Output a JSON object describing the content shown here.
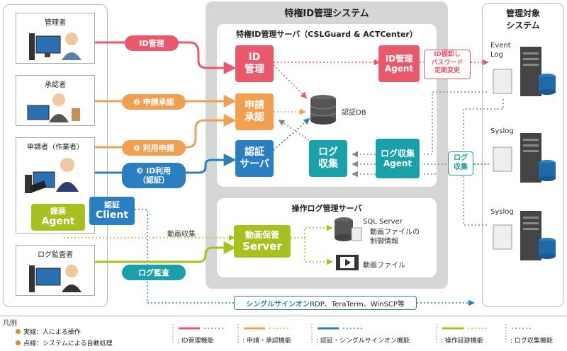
{
  "privileged_system_title": "特権ID管理システム",
  "privileged_server_title": "特権ID管理サーバ（CSLGuard & ACTCenter）",
  "log_server_title": "操作ログ管理サーバ",
  "managed_title": "管理対象\nシステム",
  "people": {
    "admin": "管理者",
    "approver": "承認者",
    "requester": "申請者（作業者）",
    "auditor": "ログ監査者"
  },
  "flows": {
    "id_mgmt": "ID管理",
    "apply_approve": "❷ 申請承認",
    "use_request": "❶ 利用申請",
    "id_use": "❸ ID利用\n（認証）",
    "log_audit": "ログ監査",
    "video_collect": "動画収集"
  },
  "nodes": {
    "id_mgmt_box": "ID\n管理",
    "apply_box": "申請\n承認",
    "auth_box": "認証\nサーバ",
    "log_box": "ログ\n収集",
    "id_agent": "ID管理\nAgent",
    "log_agent": "ログ収集\nAgent",
    "auth_db": "認証DB",
    "video_server_label": "動画保管",
    "video_server_name": "Server",
    "rec_agent_label": "録画",
    "rec_agent_name": "Agent",
    "auth_client_label": "認証",
    "auth_client_name": "Client",
    "sql_server": "SQL Server",
    "video_ctrl": "動画ファイルの\n制御情報",
    "video_file": "動画ファイル"
  },
  "id_inventory": "ID棚卸し\nパスワード\n定期変更",
  "log_collect_tag": "ログ\n収集",
  "managed_systems": [
    "Event\nLog",
    "Syslog",
    "Syslog"
  ],
  "sso": {
    "label": "シングルサインオン",
    "detail": " RDP、TeraTerm、WinSCP等"
  },
  "legend": {
    "title": "凡例",
    "solid": "実線：人による操作",
    "dotted": "点線：システムによる自動処理",
    "items": [
      ": ID管理機能",
      ": 申請・承認機能",
      ": 認証・シングルサインオン機能",
      ": 操作証跡機能",
      ": ログ収集機能"
    ]
  },
  "colors": {
    "red": "#e8596b",
    "orange": "#f0a050",
    "blue": "#2a7fc0",
    "green": "#a8c020",
    "teal": "#1aa0a8",
    "gray": "#888888"
  }
}
